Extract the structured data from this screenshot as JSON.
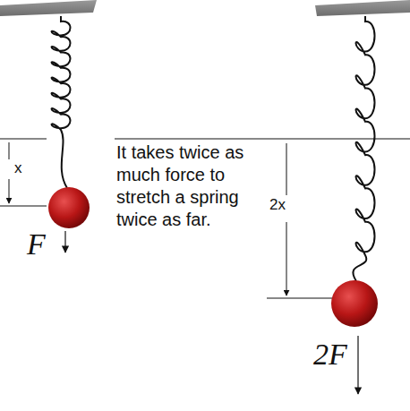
{
  "diagram": {
    "labels": [
      "x",
      "F",
      "It takes twice as much force to stretch a spring twice as far.",
      "2x",
      "2F"
    ]
  }
}
